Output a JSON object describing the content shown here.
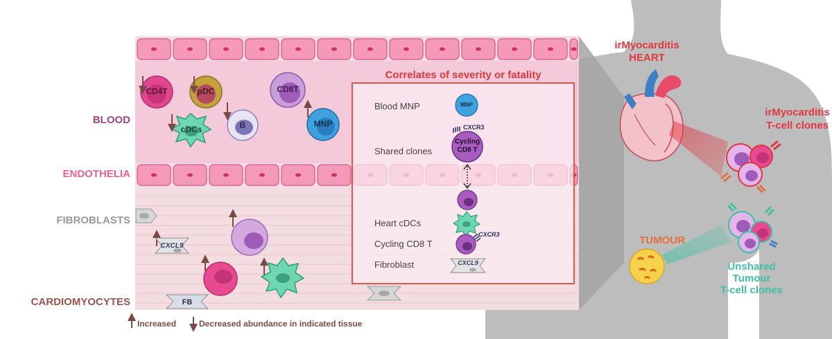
{
  "tissues": {
    "blood": "BLOOD",
    "endothelia": "ENDOTHELIA",
    "fibroblasts": "FIBROBLASTS",
    "cardiomyocytes": "CARDIOMYOCYTES"
  },
  "cells": {
    "cd4t": "CD4T",
    "pdc": "pDC",
    "cd8t": "CD8T",
    "cdcs": "cDCs",
    "b": "B",
    "mnp": "MNP",
    "cxcl9": "CXCL9",
    "fb": "FB"
  },
  "correlates": {
    "title": "Correlates of severity or fatality",
    "blood_mnp": "Blood MNP",
    "mnp_cell": "MNP",
    "shared_clones": "Shared clones",
    "cxcr3_top": "CXCR3",
    "cycling_cell_line1": "Cycling",
    "cycling_cell_line2": "CD8 T",
    "heart_cdcs": "Heart cDCs",
    "cycling_cd8t": "Cycling CD8 T",
    "cxcr3_bottom": "CXCR3",
    "fibroblast": "Fibroblast",
    "cxcl9": "CXCL9"
  },
  "body": {
    "heart_title_line1": "irMyocarditis",
    "heart_title_line2": "HEART",
    "tcell_line1": "irMyocarditis",
    "tcell_line2": "T-cell clones",
    "tumour": "TUMOUR",
    "unshared_line1": "Unshared",
    "unshared_line2": "Tumour",
    "unshared_line3": "T-cell clones"
  },
  "legend": {
    "increased": "Increased",
    "decreased": "Decreased abundance in indicated tissue"
  },
  "colors": {
    "blood_red": "#e2363e",
    "tumour_orange": "#e0703a",
    "teal": "#3fbfa4",
    "arrow_brown": "#7a4a44",
    "endothelia_pink": "#e8609a",
    "blood_purple": "#a0447a"
  }
}
